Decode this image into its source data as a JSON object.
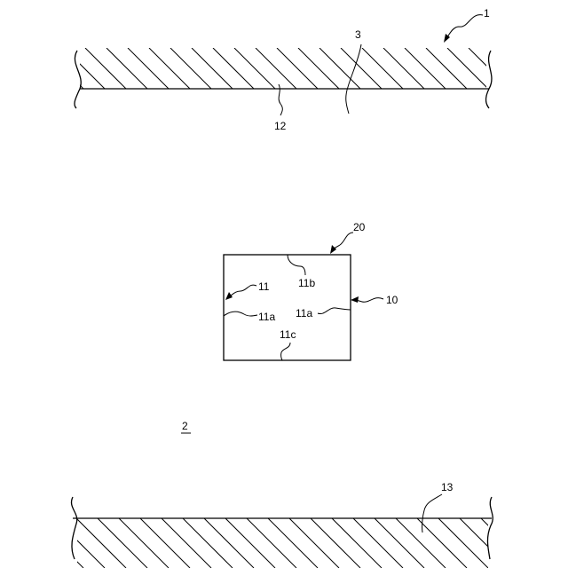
{
  "colors": {
    "ink": "#000000",
    "paper": "#ffffff"
  },
  "labels": {
    "ref_1": "1",
    "ref_3": "3",
    "ref_12": "12",
    "ref_20": "20",
    "ref_11": "11",
    "ref_11b": "11b",
    "ref_10": "10",
    "ref_11a_left": "11a",
    "ref_11a_right": "11a",
    "ref_11c": "11c",
    "ref_2": "2",
    "ref_13": "13"
  }
}
